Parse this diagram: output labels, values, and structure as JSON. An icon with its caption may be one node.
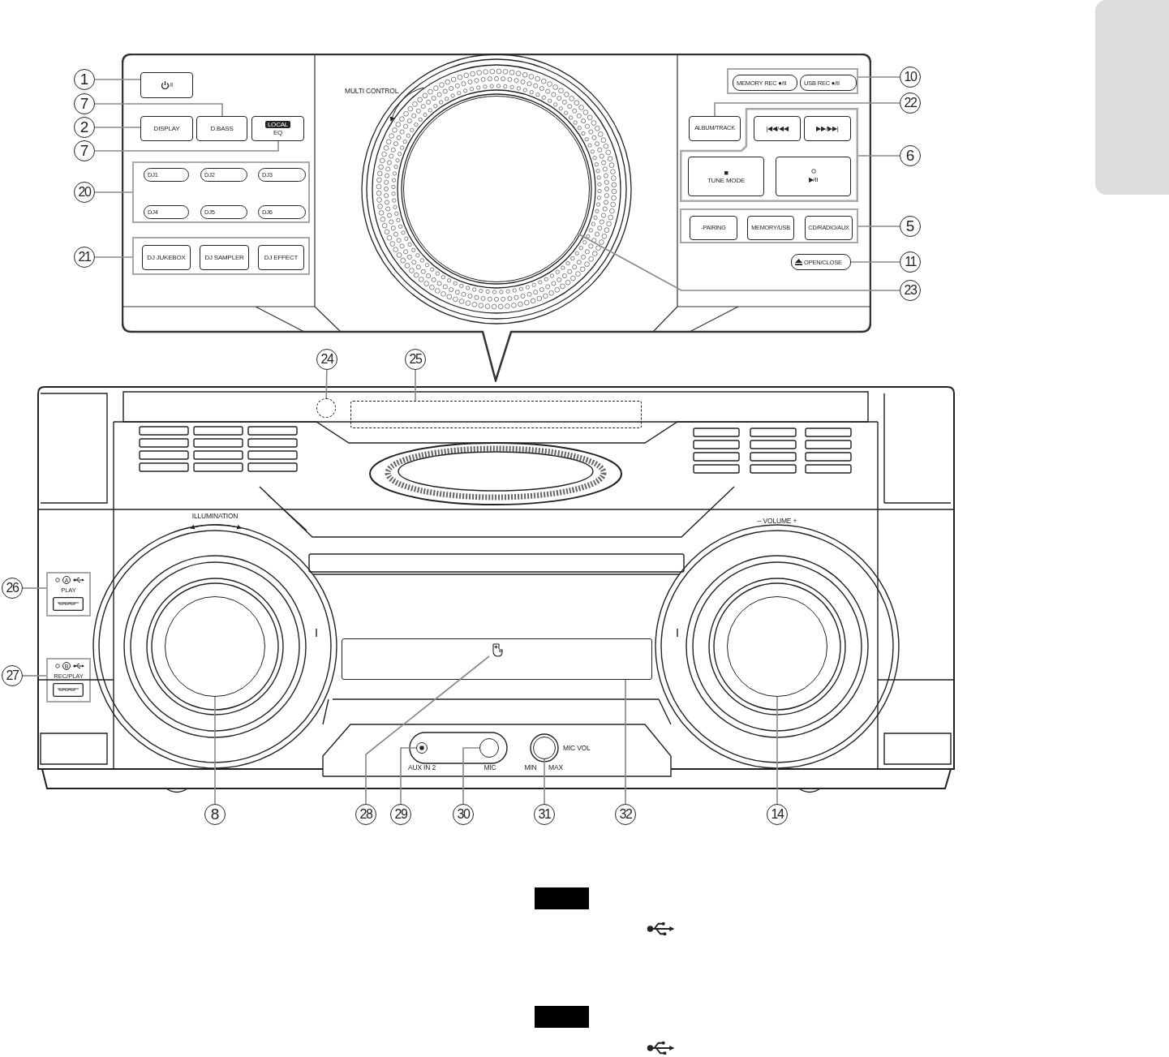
{
  "diagram": {
    "nodes": [
      {
        "text": [],
        "shape": "box"
      },
      {
        "text": [
          "/I"
        ],
        "in": 0
      },
      {
        "text": [
          "DISPLAY"
        ],
        "in": 0
      },
      {
        "text": [
          "D.BASS"
        ],
        "in": 0
      },
      {
        "text": [
          "LOCAL",
          "EQ"
        ],
        "in": 0
      },
      {
        "text": [],
        "shape": "box",
        "in": 0
      },
      {
        "text": [
          "DJ1"
        ],
        "in": 5
      },
      {
        "text": [
          "DJ2"
        ],
        "in": 5
      },
      {
        "text": [
          "DJ3"
        ],
        "in": 5
      },
      {
        "text": [
          "DJ4"
        ],
        "in": 5
      },
      {
        "text": [
          "DJ5"
        ],
        "in": 5
      },
      {
        "text": [
          "DJ6"
        ],
        "in": 5
      },
      {
        "text": [],
        "shape": "box",
        "in": 0
      },
      {
        "text": [
          "DJ JUKEBOX"
        ],
        "in": 12
      },
      {
        "text": [
          "DJ SAMPLER"
        ],
        "in": 12
      },
      {
        "text": [
          "DJ EFFECT"
        ],
        "in": 12
      },
      {
        "text": [],
        "shape": "circle",
        "in": 0
      },
      {
        "text": [],
        "shape": "box",
        "in": 0
      },
      {
        "text": [
          "MEMORY REC ●/II"
        ],
        "in": 17
      },
      {
        "text": [
          "USB REC ●/II"
        ],
        "in": 17
      },
      {
        "text": [
          "ALBUM/TRACK"
        ],
        "in": 0
      },
      {
        "text": [],
        "shape": "box",
        "in": 0
      },
      {
        "text": [
          "|◀◀/◀◀"
        ],
        "in": 21
      },
      {
        "text": [
          "▶▶/▶▶|"
        ],
        "in": 21
      },
      {
        "text": [
          "■",
          "TUNE MODE"
        ],
        "in": 21
      },
      {
        "text": [
          "▶/II"
        ],
        "in": 21
      },
      {
        "text": [],
        "shape": "box",
        "in": 0
      },
      {
        "text": [
          "-PAIRING"
        ],
        "in": 26
      },
      {
        "text": [
          "MEMORY/USB"
        ],
        "in": 26
      },
      {
        "text": [
          "CD/RADIO/AUX"
        ],
        "in": 26
      },
      {
        "text": [
          "OPEN/CLOSE"
        ],
        "in": 0
      },
      {
        "text": [],
        "shape": "circle"
      },
      {
        "text": [],
        "shape": "box"
      },
      {
        "text": [
          "A",
          "PLAY"
        ]
      },
      {
        "text": [
          "B",
          "REC/PLAY"
        ]
      },
      {
        "text": [],
        "shape": "circle"
      },
      {
        "text": [],
        "shape": "box"
      },
      {
        "text": [],
        "shape": "picture",
        "in": 36
      },
      {
        "text": [],
        "shape": "circle",
        "beside": [
          "AUX IN 2"
        ]
      },
      {
        "text": [],
        "shape": "circle",
        "beside": [
          "MIC"
        ]
      },
      {
        "text": [],
        "shape": "circle",
        "beside": [
          "MIC VOL",
          "MIN",
          "MAX"
        ]
      },
      {
        "text": [],
        "shape": "circle"
      },
      {
        "text": [
          "1"
        ]
      },
      {
        "text": [
          "7"
        ]
      },
      {
        "text": [
          "2"
        ]
      },
      {
        "text": [
          "7"
        ]
      },
      {
        "text": [
          "20"
        ]
      },
      {
        "text": [
          "21"
        ]
      },
      {
        "text": [
          "10"
        ]
      },
      {
        "text": [
          "22"
        ]
      },
      {
        "text": [
          "6"
        ]
      },
      {
        "text": [
          "5"
        ]
      },
      {
        "text": [
          "11"
        ]
      },
      {
        "text": [
          "23"
        ]
      },
      {
        "text": [
          "24"
        ]
      },
      {
        "text": [
          "25"
        ]
      },
      {
        "text": [
          "26"
        ]
      },
      {
        "text": [
          "27"
        ]
      },
      {
        "text": [
          "8"
        ]
      },
      {
        "text": [
          "28"
        ]
      },
      {
        "text": [
          "29"
        ]
      },
      {
        "text": [
          "30"
        ]
      },
      {
        "text": [
          "31"
        ]
      },
      {
        "text": [
          "32"
        ]
      },
      {
        "text": [
          "14"
        ]
      }
    ],
    "edges": [
      {
        "from": 42,
        "to": 1,
        "arrow": "none"
      },
      {
        "from": 43,
        "to": 3,
        "arrow": "none"
      },
      {
        "from": 44,
        "to": 2,
        "arrow": "none"
      },
      {
        "from": 45,
        "to": 4,
        "arrow": "none"
      },
      {
        "from": 46,
        "to": 5,
        "arrow": "none"
      },
      {
        "from": 47,
        "to": 12,
        "arrow": "none"
      },
      {
        "from": 48,
        "to": 17,
        "arrow": "none"
      },
      {
        "from": 49,
        "to": 20,
        "arrow": "none"
      },
      {
        "from": 50,
        "to": 21,
        "arrow": "none"
      },
      {
        "from": 51,
        "to": 26,
        "arrow": "none"
      },
      {
        "from": 52,
        "to": 30,
        "arrow": "none"
      },
      {
        "from": 53,
        "to": 16,
        "arrow": "none"
      },
      {
        "from": 54,
        "to": 31,
        "arrow": "none"
      },
      {
        "from": 55,
        "to": 32,
        "arrow": "none"
      },
      {
        "from": 56,
        "to": 33,
        "arrow": "none"
      },
      {
        "from": 57,
        "to": 34,
        "arrow": "none"
      },
      {
        "from": 58,
        "to": 35,
        "arrow": "none"
      },
      {
        "from": 59,
        "to": 37,
        "arrow": "none"
      },
      {
        "from": 60,
        "to": 38,
        "arrow": "none"
      },
      {
        "from": 61,
        "to": 39,
        "arrow": "none"
      },
      {
        "from": 62,
        "to": 40,
        "arrow": "none"
      },
      {
        "from": 63,
        "to": 36,
        "arrow": "none"
      },
      {
        "from": 64,
        "to": 41,
        "arrow": "none"
      }
    ],
    "labels": [
      "MULTI CONTROL",
      "ILLUMINATION",
      "– VOLUME +"
    ]
  }
}
